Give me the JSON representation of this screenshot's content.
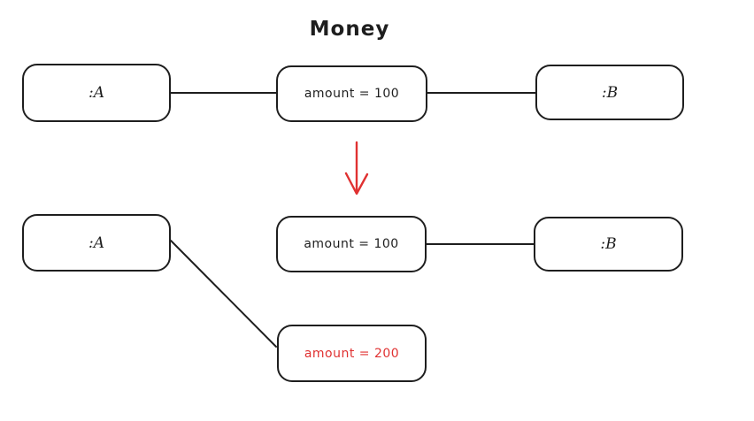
{
  "title": "Money",
  "colors": {
    "stroke": "#1e1e1e",
    "accent-red": "#e03131",
    "canvas-bg": "#ffffff"
  },
  "before_row": {
    "node_a": ":A",
    "relationship": "amount = 100",
    "node_b": ":B"
  },
  "after_row": {
    "node_a": ":A",
    "relationship_existing": "amount = 100",
    "node_b": ":B",
    "relationship_new": "amount = 200"
  }
}
